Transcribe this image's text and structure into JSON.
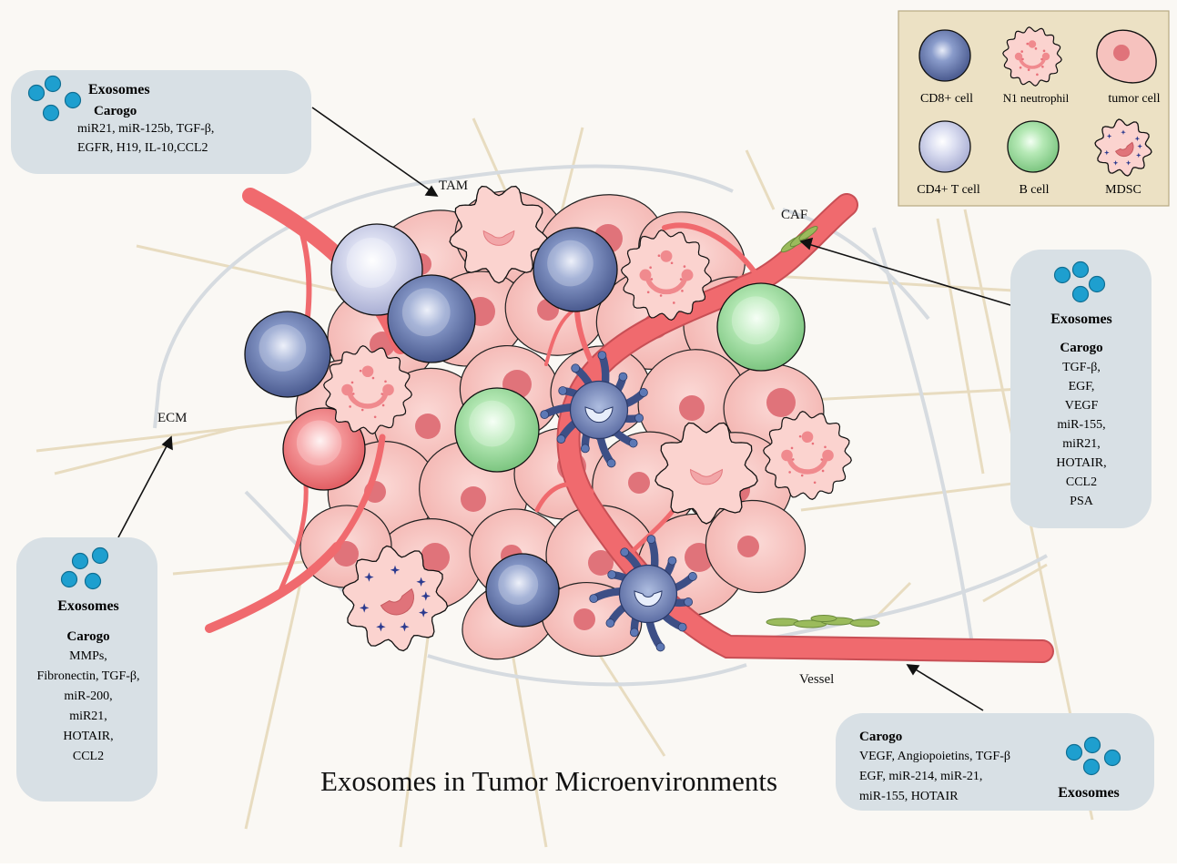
{
  "title": "Exosomes in Tumor Microenvironments",
  "labels": {
    "tam": "TAM",
    "caf": "CAF",
    "ecm": "ECM",
    "vessel": "Vessel"
  },
  "legend": {
    "items": [
      {
        "label": "CD8+ cell",
        "icon": "cd8-cell-icon"
      },
      {
        "label": "N1 neutrophil",
        "icon": "n1-neutrophil-icon"
      },
      {
        "label": "tumor cell",
        "icon": "tumor-cell-icon"
      },
      {
        "label": "CD4+ T cell",
        "icon": "cd4-t-cell-icon"
      },
      {
        "label": "B cell",
        "icon": "b-cell-icon"
      },
      {
        "label": "MDSC",
        "icon": "mdsc-icon"
      }
    ]
  },
  "boxes": {
    "tam": {
      "title": "Exosomes",
      "cargo_heading": "Carogo",
      "lines": [
        "miR21, miR-125b, TGF-β,",
        "EGFR, H19, IL-10,CCL2"
      ]
    },
    "caf": {
      "title": "Exosomes",
      "cargo_heading": "Carogo",
      "lines": [
        "TGF-β,",
        "EGF,",
        "VEGF",
        "miR-155,",
        "miR21,",
        "HOTAIR,",
        "CCL2",
        "PSA"
      ]
    },
    "ecm": {
      "title": "Exosomes",
      "cargo_heading": "Carogo",
      "lines": [
        "MMPs,",
        "Fibronectin, TGF-β,",
        "miR-200,",
        "miR21,",
        "HOTAIR,",
        "CCL2"
      ]
    },
    "vessel": {
      "title": "Exosomes",
      "cargo_heading": "Carogo",
      "lines": [
        "VEGF, Angiopoietins, TGF-β",
        "EGF, miR-214, miR-21,",
        "miR-155, HOTAIR"
      ]
    }
  },
  "colors": {
    "background": "#faf8f4",
    "box_fill": "#d8e0e5",
    "legend_fill": "#ece1c4",
    "tumor_cell": "#f6c2be",
    "tumor_nucleus": "#e0737a",
    "vessel": "#f06a6e",
    "cd8": "#5d6fa3",
    "cd4": "#c9cde6",
    "b_cell": "#a6e0a8",
    "exosome": "#1e9fcf",
    "mdsc_blue": "#5d78b5",
    "caf_green": "#9bbb5c"
  }
}
